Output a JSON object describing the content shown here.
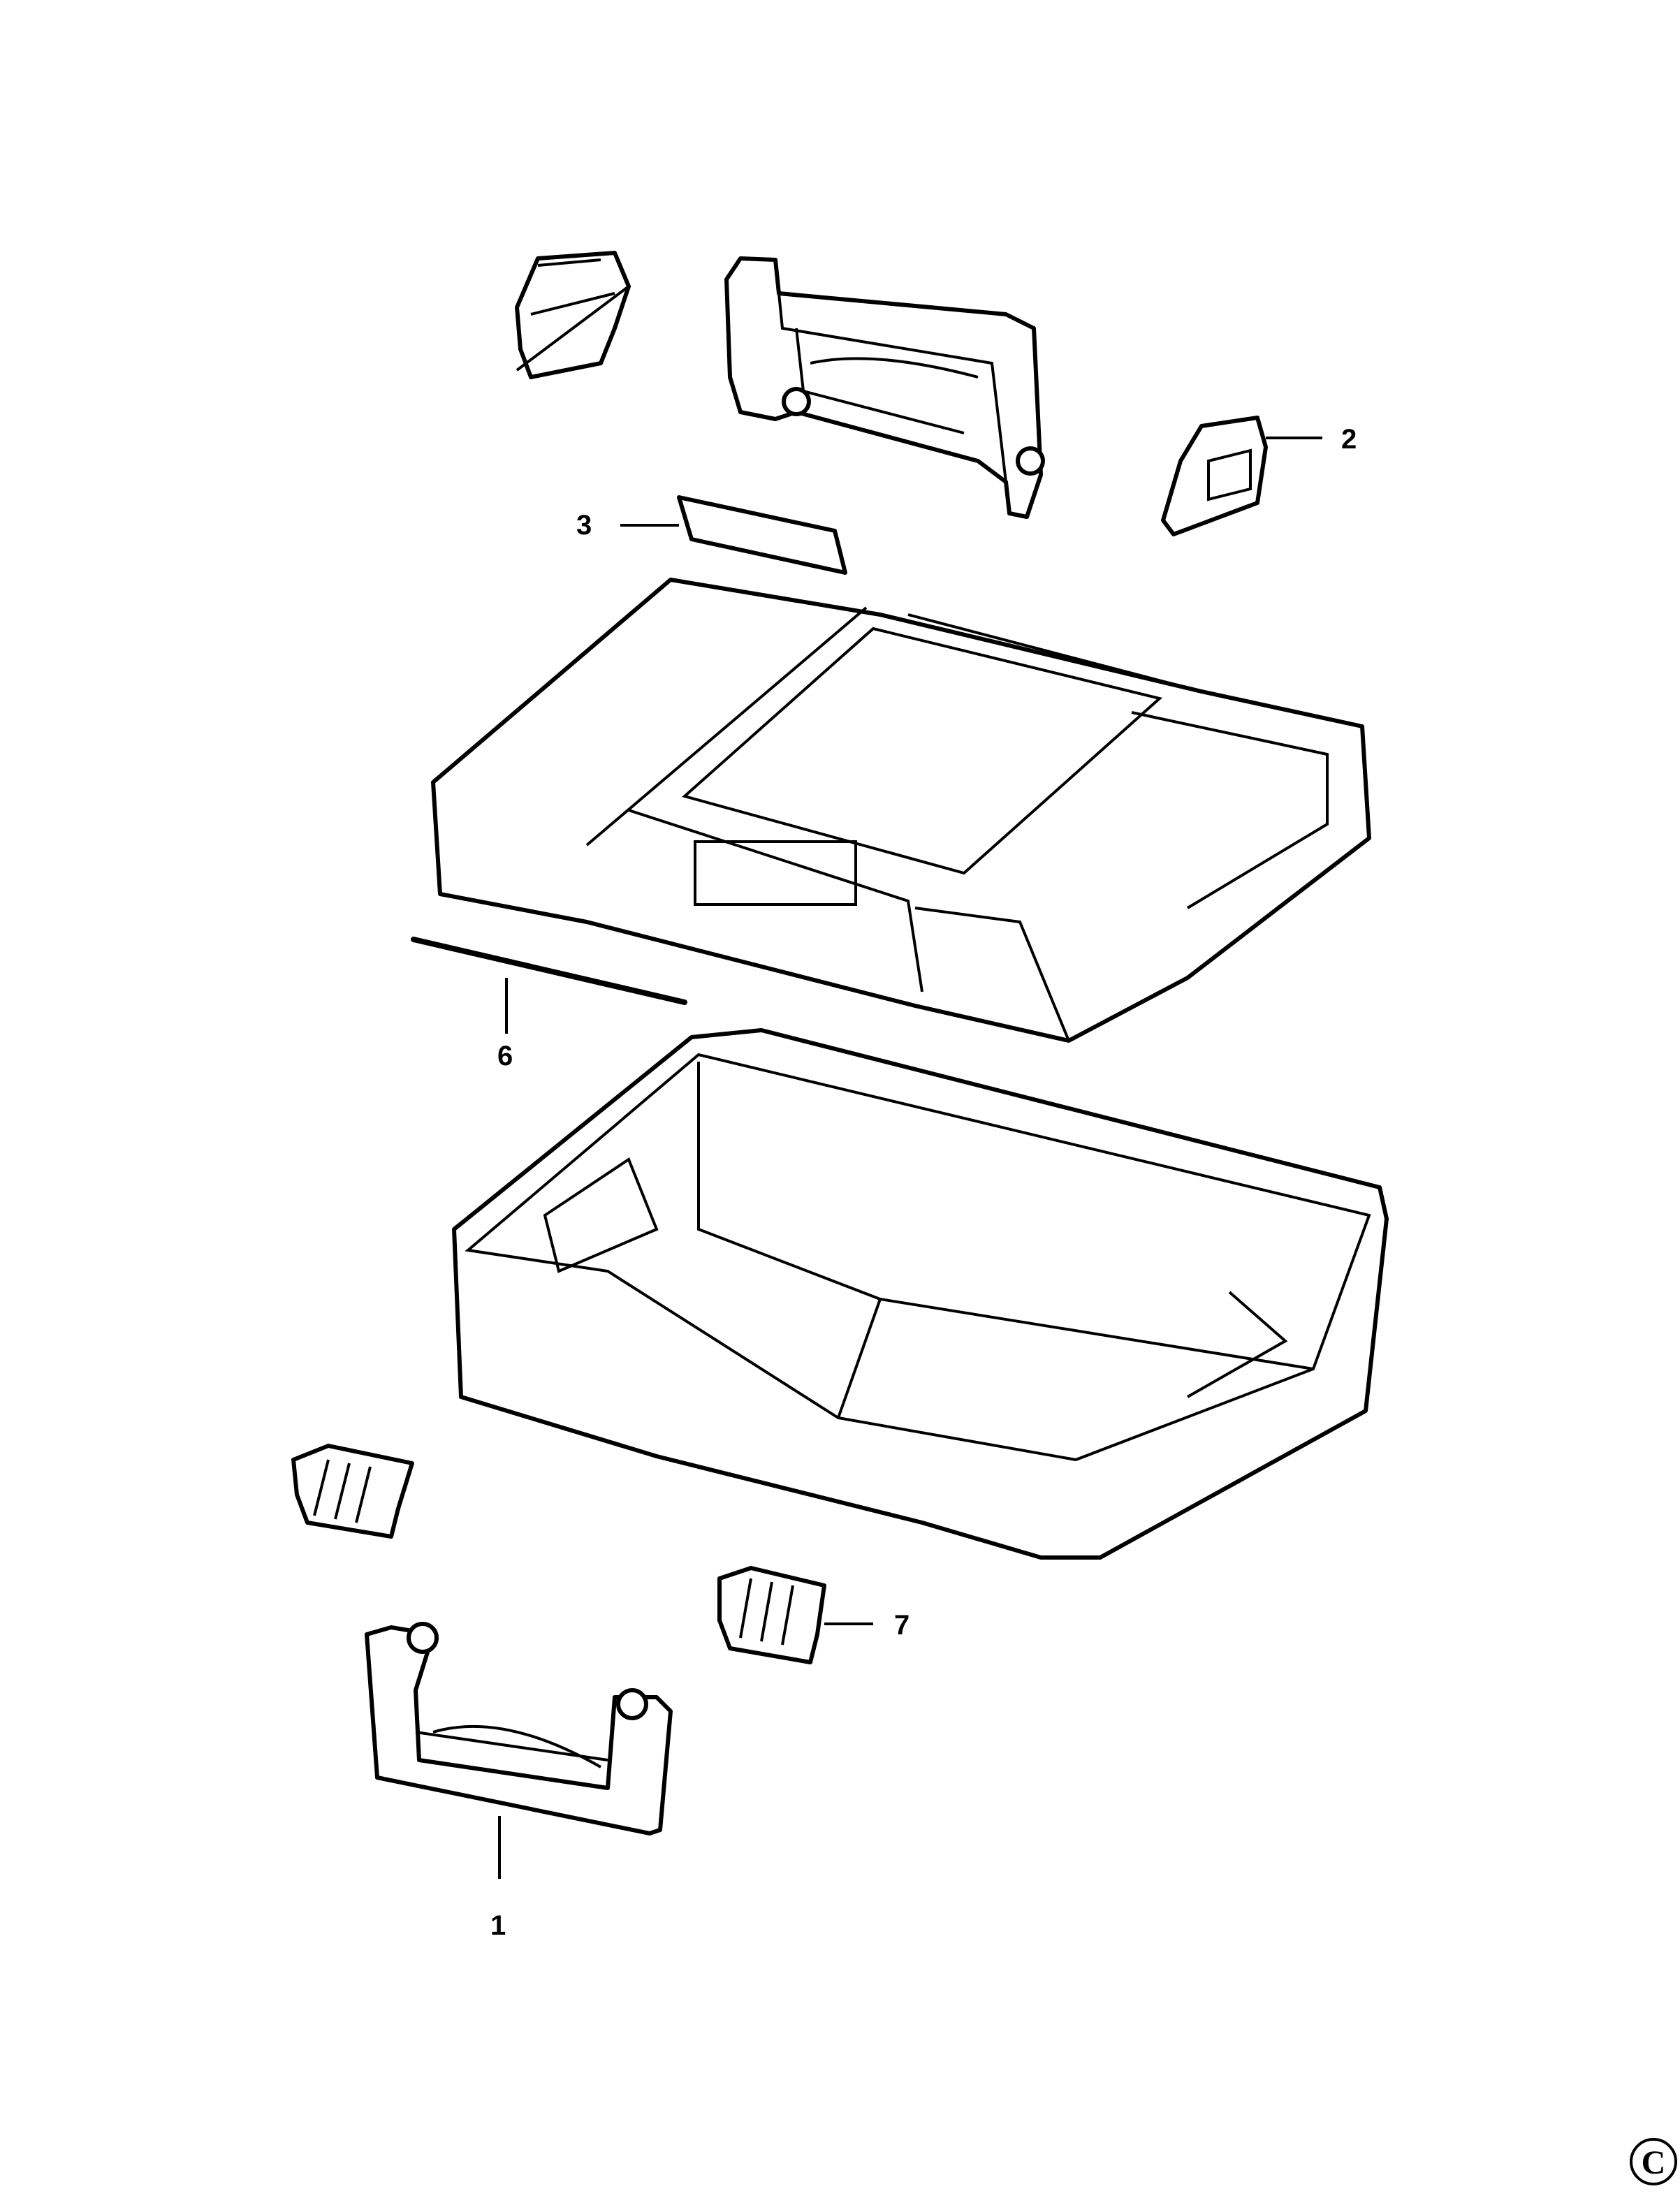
{
  "callouts": {
    "handle_bottom": "1",
    "hinge_clip": "2",
    "label_strip": "3",
    "hinge_rod": "6",
    "latch": "7"
  },
  "copyright": "C"
}
